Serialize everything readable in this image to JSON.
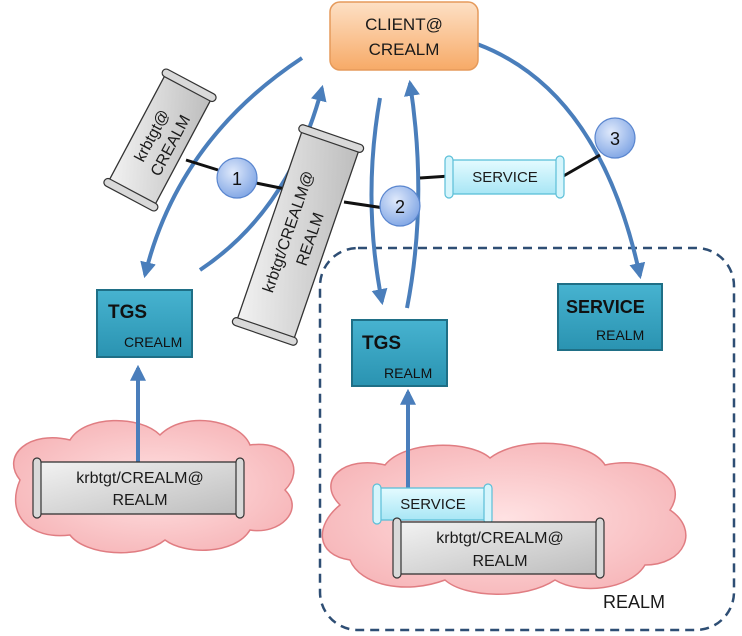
{
  "client": {
    "line1": "CLIENT@",
    "line2": "CREALM"
  },
  "tgs_crealm": {
    "title": "TGS",
    "sub": "CREALM"
  },
  "tgs_realm": {
    "title": "TGS",
    "sub": "REALM"
  },
  "service_box": {
    "title": "SERVICE",
    "sub": "REALM"
  },
  "steps": [
    "1",
    "2",
    "3"
  ],
  "tickets": {
    "krbtgt_crealm": {
      "line1": "krbtgt@",
      "line2": "CREALM"
    },
    "krbtgt_cross": {
      "line1": "krbtgt/CREALM@",
      "line2": "REALM"
    },
    "service_ticket": "SERVICE"
  },
  "clouds": {
    "left": {
      "line1": "krbtgt/CREALM@",
      "line2": "REALM"
    },
    "right": {
      "service": "SERVICE",
      "line1": "krbtgt/CREALM@",
      "line2": "REALM"
    }
  },
  "realm_label": "REALM",
  "colors": {
    "arrow": "#4a7ebb",
    "box_fill": "#31a0bf",
    "box_border": "#1f6f86",
    "client_fill": "#f9c08f",
    "cloud_fill": "#f9c2c4",
    "cloud_border": "#e47c80",
    "scroll_gray": "#cfcfcf",
    "scroll_cyan": "#c9f1fb",
    "circle": "#8fb3ea"
  }
}
